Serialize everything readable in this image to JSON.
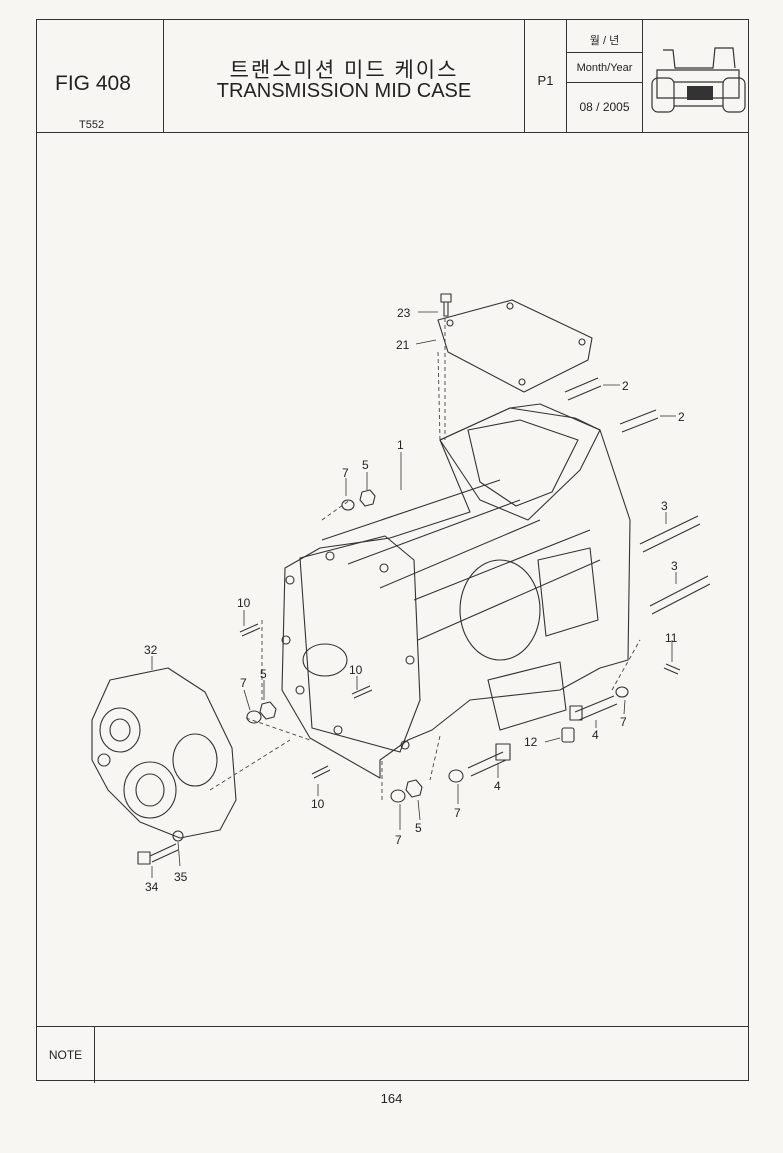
{
  "header": {
    "fig_no": "FIG 408",
    "model": "T552",
    "title_ko": "트랜스미션 미드 케이스",
    "title_en": "TRANSMISSION MID CASE",
    "page": "P1",
    "date_label_ko": "월 / 년",
    "date_label_en": "Month/Year",
    "date_value": "08 / 2005",
    "tractor_icon": "tractor-icon"
  },
  "callouts": [
    {
      "id": "c23",
      "text": "23"
    },
    {
      "id": "c21",
      "text": "21"
    },
    {
      "id": "c2a",
      "text": "2"
    },
    {
      "id": "c2b",
      "text": "2"
    },
    {
      "id": "c1",
      "text": "1"
    },
    {
      "id": "c7a",
      "text": "7"
    },
    {
      "id": "c5a",
      "text": "5"
    },
    {
      "id": "c3a",
      "text": "3"
    },
    {
      "id": "c3b",
      "text": "3"
    },
    {
      "id": "c10a",
      "text": "10"
    },
    {
      "id": "c32",
      "text": "32"
    },
    {
      "id": "c10b",
      "text": "10"
    },
    {
      "id": "c11",
      "text": "11"
    },
    {
      "id": "c5b",
      "text": "5"
    },
    {
      "id": "c7b",
      "text": "7"
    },
    {
      "id": "c7c",
      "text": "7"
    },
    {
      "id": "c4a",
      "text": "4"
    },
    {
      "id": "c12",
      "text": "12"
    },
    {
      "id": "c10c",
      "text": "10"
    },
    {
      "id": "c4b",
      "text": "4"
    },
    {
      "id": "c7d",
      "text": "7"
    },
    {
      "id": "c5c",
      "text": "5"
    },
    {
      "id": "c7e",
      "text": "7"
    },
    {
      "id": "c34",
      "text": "34"
    },
    {
      "id": "c35",
      "text": "35"
    }
  ],
  "note_label": "NOTE",
  "note_text": "",
  "page_number": "164"
}
